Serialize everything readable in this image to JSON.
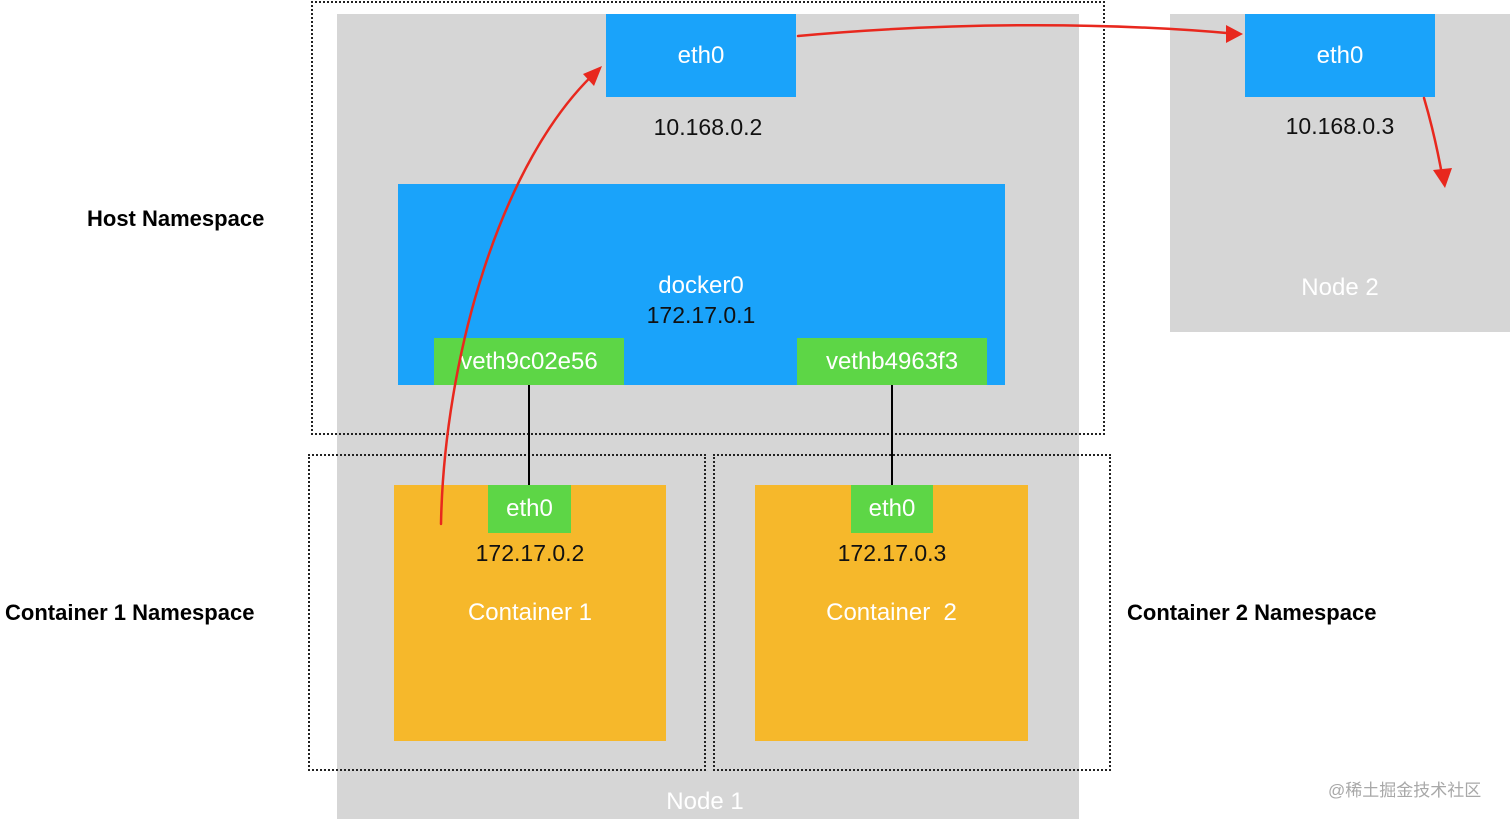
{
  "labels": {
    "host_namespace": "Host Namespace",
    "container1_namespace": "Container 1 Namespace",
    "container2_namespace": "Container 2 Namespace"
  },
  "node1": {
    "label": "Node 1",
    "eth0": {
      "name": "eth0",
      "ip": "10.168.0.2"
    },
    "docker0": {
      "name": "docker0",
      "ip": "172.17.0.1"
    },
    "veths": [
      "veth9c02e56",
      "vethb4963f3"
    ],
    "containers": [
      {
        "name": "Container 1",
        "iface": "eth0",
        "ip": "172.17.0.2"
      },
      {
        "name": "Container  2",
        "iface": "eth0",
        "ip": "172.17.0.3"
      }
    ]
  },
  "node2": {
    "label": "Node 2",
    "eth0": {
      "name": "eth0",
      "ip": "10.168.0.3"
    }
  },
  "watermark": "@稀土掘金技术社区",
  "colors": {
    "node_bg": "#d6d6d6",
    "interface_blue": "#1aa3fa",
    "veth_green": "#5dd646",
    "container_orange": "#f6b82b",
    "path_arrow": "#e8281e"
  }
}
